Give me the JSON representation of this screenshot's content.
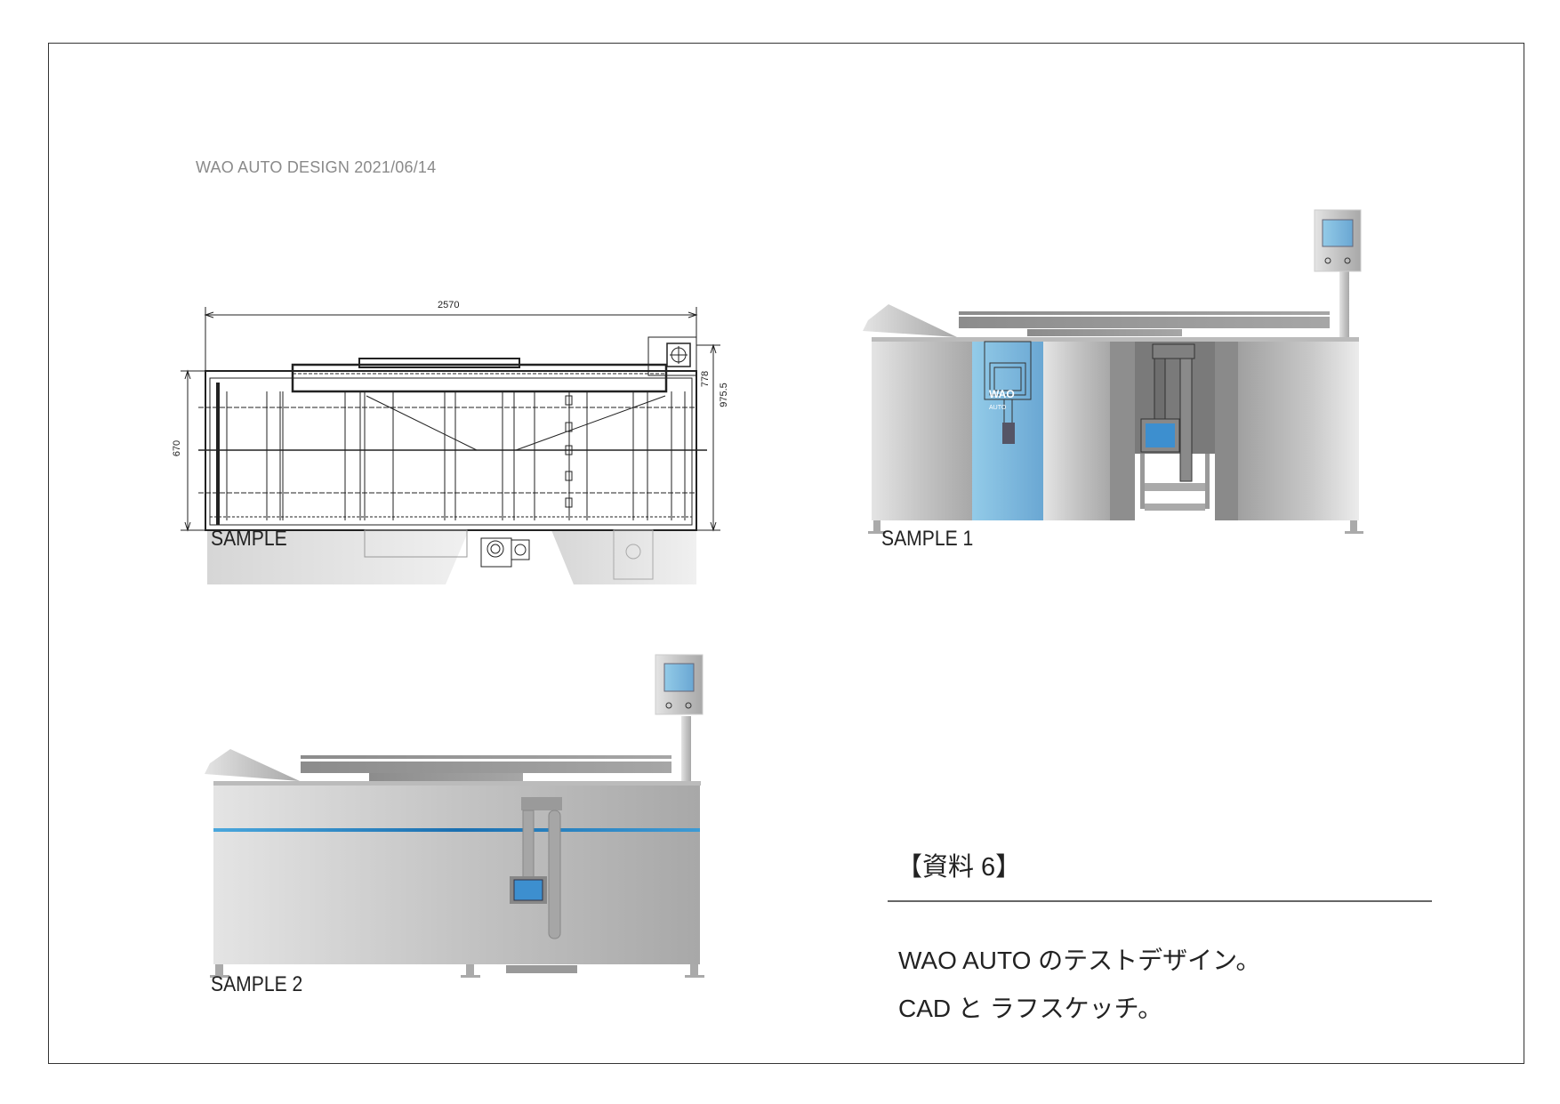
{
  "header": {
    "text": "WAO AUTO DESIGN 2021/06/14"
  },
  "cad": {
    "label": "SAMPLE",
    "dimensions": {
      "width": "2570",
      "height_left": "670",
      "height_inner": "778",
      "height_total": "975.5"
    }
  },
  "sample1": {
    "label": "SAMPLE 1",
    "logo_text": "WAO AUTO"
  },
  "sample2": {
    "label": "SAMPLE 2"
  },
  "notes": {
    "title": "【資料 6】",
    "lines": [
      "WAO AUTO のテストデザイン。",
      "CAD と ラフスケッチ。"
    ]
  },
  "colors": {
    "accent_blue": "#3a8fd0",
    "panel_blue": "#8cc4e6",
    "metal": "#c8c8c8"
  }
}
